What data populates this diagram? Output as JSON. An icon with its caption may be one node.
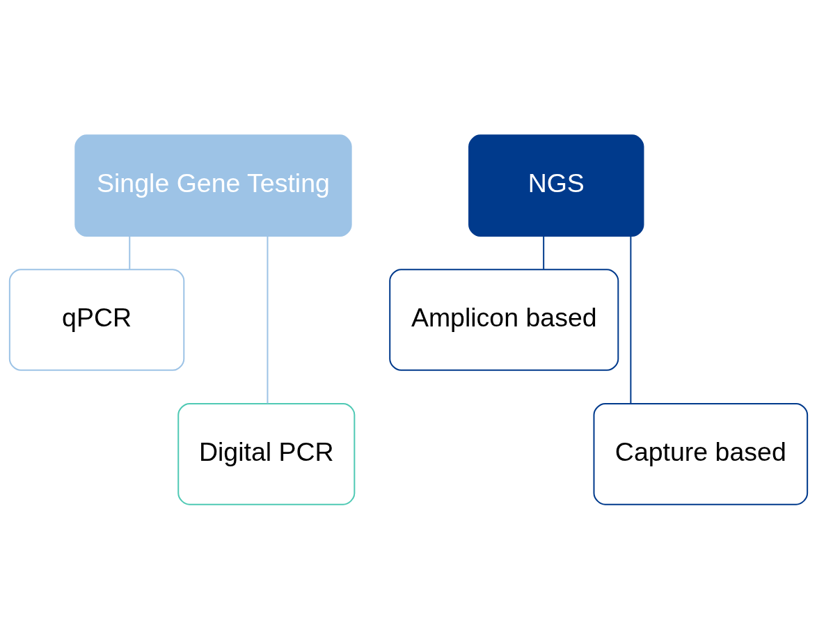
{
  "diagram": {
    "nodes": [
      {
        "text": [
          "Single Gene Testing"
        ]
      },
      {
        "text": [
          "qPCR"
        ]
      },
      {
        "text": [
          "Digital PCR"
        ]
      },
      {
        "text": [
          "NGS"
        ]
      },
      {
        "text": [
          "Amplicon based"
        ]
      },
      {
        "text": [
          "Capture based"
        ]
      }
    ],
    "edges": [
      {
        "from": 0,
        "to": 1,
        "arrow": "none",
        "color": "#9dc3e6"
      },
      {
        "from": 0,
        "to": 2,
        "arrow": "none",
        "color": "#9dc3e6"
      },
      {
        "from": 3,
        "to": 4,
        "arrow": "none",
        "color": "#003a8c"
      },
      {
        "from": 3,
        "to": 5,
        "arrow": "none",
        "color": "#003a8c"
      }
    ]
  }
}
